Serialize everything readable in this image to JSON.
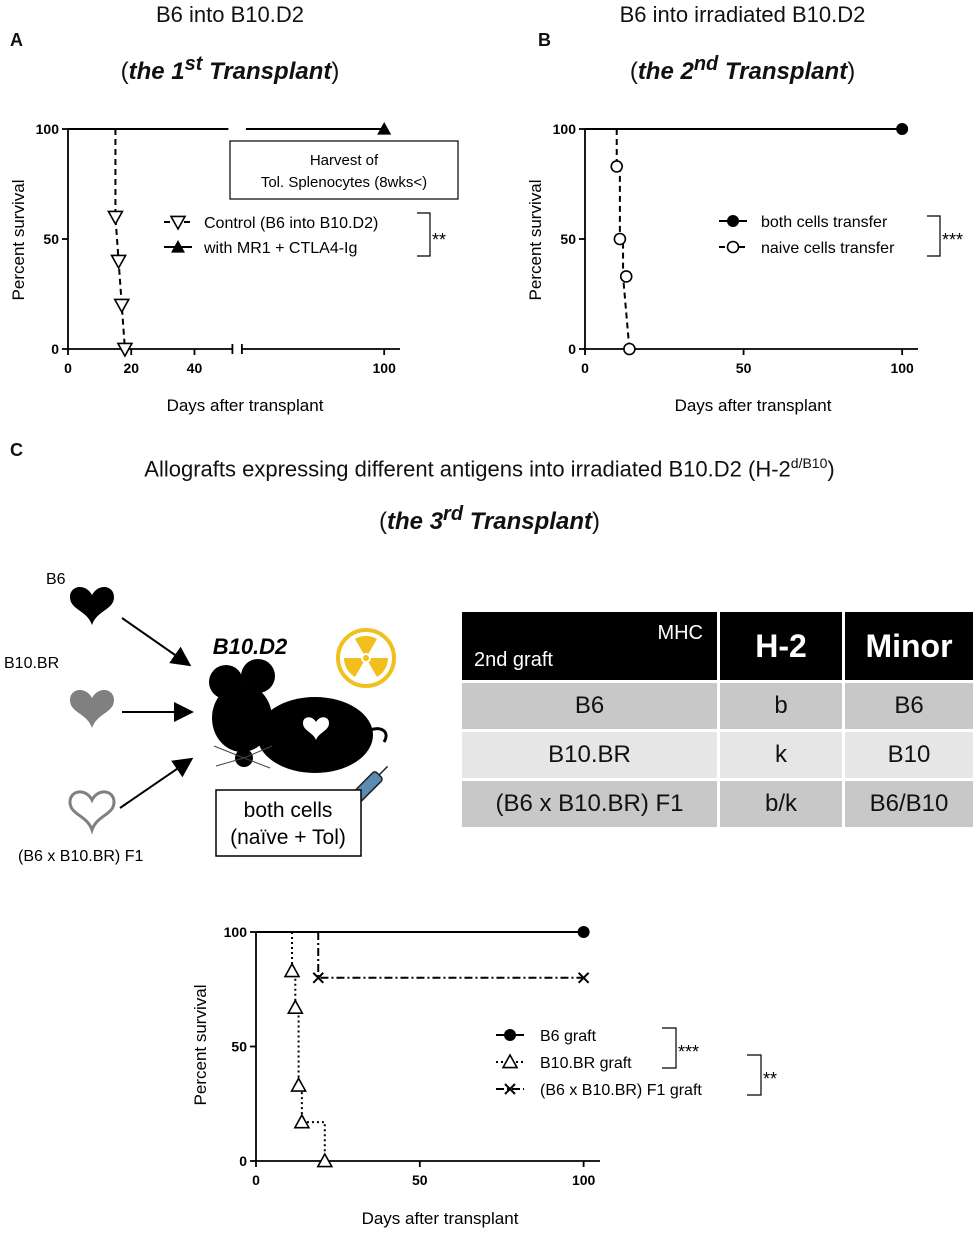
{
  "panel_a": {
    "letter": "A",
    "title": "B6 into B10.D2",
    "subtitle_pre": "the 1",
    "subtitle_sup": "st",
    "subtitle_post": " Transplant",
    "annotation_line1": "Harvest of",
    "annotation_line2": "Tol. Splenocytes (8wks<)",
    "significance": "**"
  },
  "panel_b": {
    "letter": "B",
    "title": "B6 into irradiated B10.D2",
    "subtitle_pre": "the 2",
    "subtitle_sup": "nd",
    "subtitle_post": " Transplant",
    "significance": "***"
  },
  "panel_c": {
    "letter": "C",
    "title_main": "Allografts expressing different antigens into irradiated B10.D2 (H-2",
    "title_sup": "d/B10",
    "title_end": ")",
    "subtitle_pre": "the 3",
    "subtitle_sup": "rd",
    "subtitle_post": " Transplant",
    "diagram": {
      "recipient": "B10.D2",
      "donors": [
        "B6",
        "B10.BR",
        "(B6 x B10.BR) F1"
      ],
      "cells_line1": "both cells",
      "cells_line2": "(naïve + Tol)"
    },
    "table": {
      "corner_top": "MHC",
      "corner_bottom": "2nd graft",
      "col1": "H-2",
      "col2": "Minor",
      "rows": [
        {
          "graft": "B6",
          "h2": "b",
          "minor": "B6"
        },
        {
          "graft": "B10.BR",
          "h2": "k",
          "minor": "B10"
        },
        {
          "graft": "(B6 x B10.BR) F1",
          "h2": "b/k",
          "minor": "B6/B10"
        }
      ]
    },
    "sig1": "***",
    "sig2": "**"
  },
  "chart_data": [
    {
      "type": "line",
      "subtype": "kaplan-meier",
      "xlabel": "Days after transplant",
      "ylabel": "Percent survival",
      "xticks": [
        0,
        20,
        40,
        100
      ],
      "yticks": [
        0,
        50,
        100
      ],
      "xlim": [
        0,
        105
      ],
      "ylim": [
        0,
        100
      ],
      "axis_break": [
        52,
        55
      ],
      "series": [
        {
          "name": "Control (B6 into B10.D2)",
          "style": "dashed",
          "marker": "triangle-down-open",
          "x": [
            15,
            15,
            15,
            16,
            16,
            17,
            17,
            18
          ],
          "y": [
            100,
            60,
            60,
            40,
            40,
            20,
            20,
            0
          ],
          "markers": [
            [
              15,
              60
            ],
            [
              16,
              40
            ],
            [
              17,
              20
            ],
            [
              18,
              0
            ]
          ]
        },
        {
          "name": "with MR1 + CTLA4-Ig",
          "style": "solid",
          "marker": "triangle-up-filled",
          "x": [
            0,
            100
          ],
          "y": [
            100,
            100
          ],
          "markers": [
            [
              100,
              100
            ]
          ]
        }
      ]
    },
    {
      "type": "line",
      "subtype": "kaplan-meier",
      "xlabel": "Days after transplant",
      "ylabel": "Percent survival",
      "xticks": [
        0,
        50,
        100
      ],
      "yticks": [
        0,
        50,
        100
      ],
      "xlim": [
        0,
        105
      ],
      "ylim": [
        0,
        100
      ],
      "series": [
        {
          "name": "both cells transfer",
          "style": "solid",
          "marker": "circle-filled",
          "x": [
            0,
            100
          ],
          "y": [
            100,
            100
          ],
          "markers": [
            [
              100,
              100
            ]
          ]
        },
        {
          "name": "naive cells transfer",
          "style": "dashed",
          "marker": "circle-open",
          "x": [
            10,
            10,
            11,
            11,
            12,
            12,
            14
          ],
          "y": [
            100,
            83,
            83,
            50,
            50,
            33,
            0
          ],
          "markers": [
            [
              10,
              83
            ],
            [
              11,
              50
            ],
            [
              13,
              33
            ],
            [
              14,
              0
            ]
          ]
        }
      ]
    },
    {
      "type": "line",
      "subtype": "kaplan-meier",
      "xlabel": "Days after transplant",
      "ylabel": "Percent survival",
      "xticks": [
        0,
        50,
        100
      ],
      "yticks": [
        0,
        50,
        100
      ],
      "xlim": [
        0,
        105
      ],
      "ylim": [
        0,
        100
      ],
      "series": [
        {
          "name": "B6 graft",
          "style": "solid",
          "marker": "circle-filled",
          "x": [
            0,
            100
          ],
          "y": [
            100,
            100
          ],
          "markers": [
            [
              100,
              100
            ]
          ]
        },
        {
          "name": "B10.BR graft",
          "style": "dotted",
          "marker": "triangle-up-open",
          "x": [
            11,
            11,
            12,
            12,
            13,
            13,
            14,
            14,
            21,
            21
          ],
          "y": [
            100,
            83,
            83,
            67,
            67,
            33,
            33,
            17,
            17,
            0
          ],
          "markers": [
            [
              11,
              83
            ],
            [
              12,
              67
            ],
            [
              13,
              33
            ],
            [
              14,
              17
            ],
            [
              21,
              0
            ]
          ]
        },
        {
          "name": "(B6 x B10.BR) F1 graft",
          "style": "dashdot",
          "marker": "x",
          "x": [
            19,
            19,
            100
          ],
          "y": [
            100,
            80,
            80
          ],
          "markers": [
            [
              19,
              80
            ],
            [
              100,
              80
            ]
          ]
        }
      ]
    }
  ],
  "colors": {
    "radiation": "#f2c01e",
    "heart_b6": "#000000",
    "heart_b10br": "#808080",
    "heart_f1": "#808080"
  }
}
